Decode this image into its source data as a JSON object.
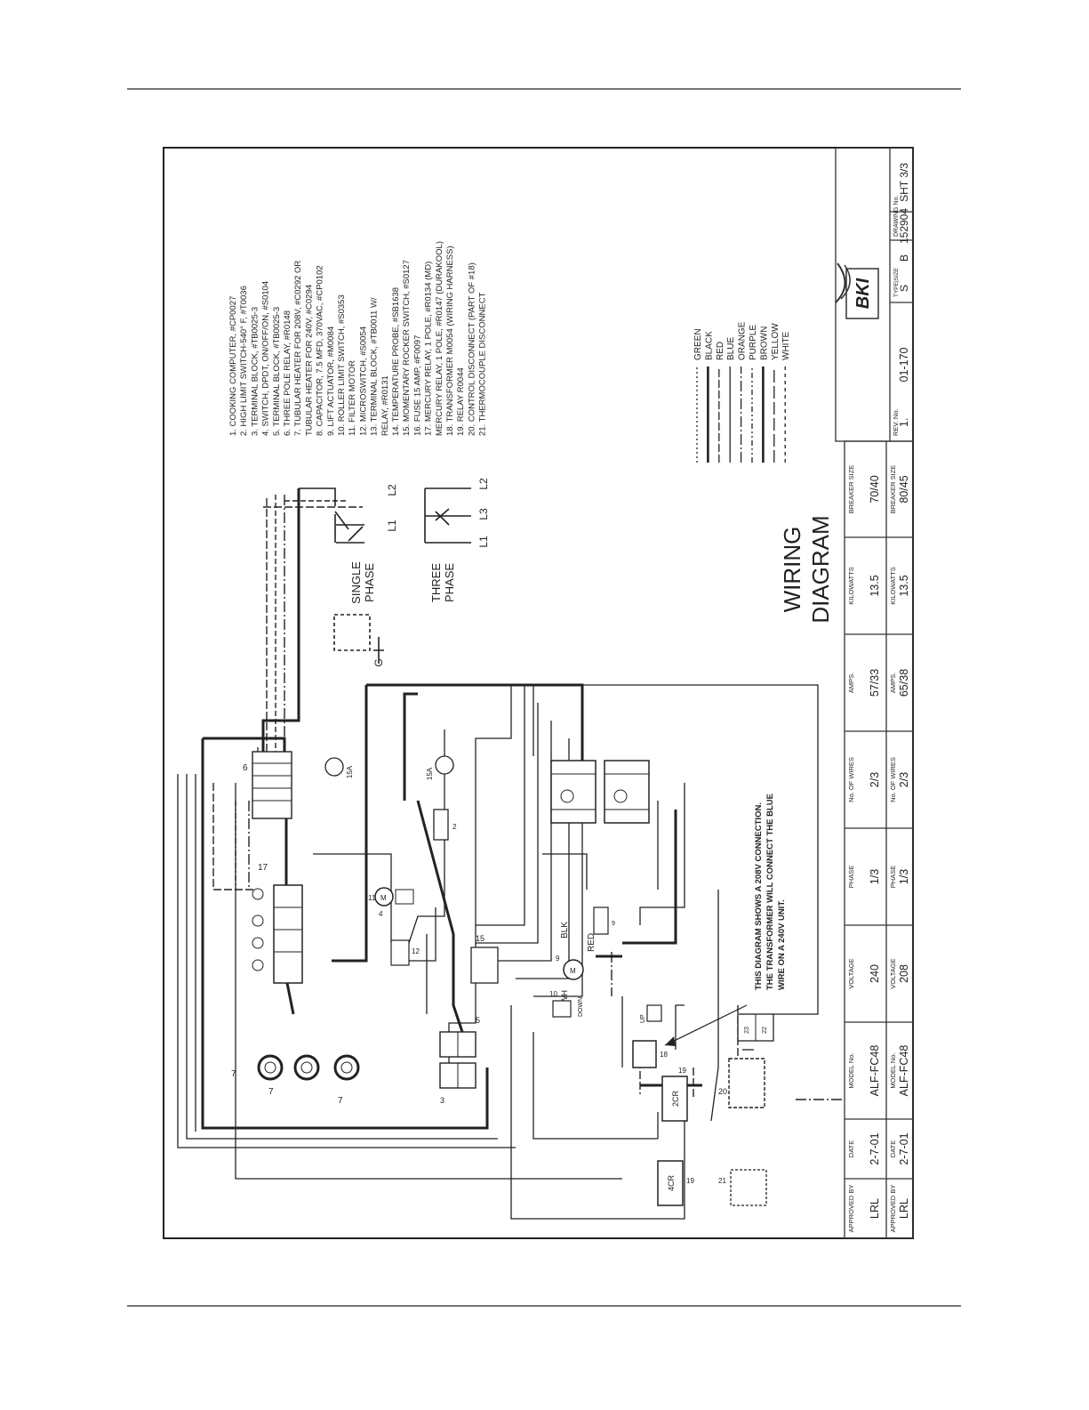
{
  "title": {
    "line1": "WIRING",
    "line2": "DIAGRAM"
  },
  "legend": [
    {
      "name": "GREEN",
      "dash": "2 3"
    },
    {
      "name": "BLACK",
      "dash": ""
    },
    {
      "name": "RED",
      "dash": "9 3"
    },
    {
      "name": "BLUE",
      "dash": ""
    },
    {
      "name": "ORANGE",
      "dash": "12 3 2 3"
    },
    {
      "name": "PURPLE",
      "dash": "6 3 2 3 2 3"
    },
    {
      "name": "BROWN",
      "dash": ""
    },
    {
      "name": "YELLOW",
      "dash": "14 4"
    },
    {
      "name": "WHITE",
      "dash": "4 4"
    }
  ],
  "parts": [
    "1. COOKING COMPUTER, #CP0027",
    "2. HIGH LIMIT SWITCH-540° F, #T0036",
    "3. TERMINAL BLOCK, #TB0025-3",
    "4. SWITCH, DPDT, ON/OFF/ON, #S0104",
    "5. TERMINAL BLOCK, #TB0025-3",
    "6. THREE POLE RELAY, #R0148",
    "7. TUBULAR HEATER FOR 208V, #C0292 OR",
    "   TUBULAR HEATER FOR 240V, #C0294",
    "8. CAPACITOR, 7.5 MFD, 370VAC, #CP0102",
    "9. LIFT ACTUATOR, #M0084",
    "10. ROLLER LIMIT SWITCH, #S0353",
    "11. FILTER MOTOR",
    "12. MICROSWITCH, #S0054",
    "13. TERMINAL BLOCK, #TB0011 W/",
    "    RELAY, #R0131",
    "14. TEMPERATURE PROBE, #SB1638",
    "15. MOMENTARY ROCKER SWITCH, #S0127",
    "16. FUSE 15 AMP, #F0097",
    "17. MERCURY RELAY, 1 POLE, #R0134 (MD)",
    "    MERCURY RELAY, 1 POLE, #R0147 (DURAKOOL)",
    "18. TRANSFORMER M0054 (WIRING HARNESS)",
    "19. RELAY R0044",
    "20. CONTROL DISCONNECT (PART OF #18)",
    "21. THERMOCOUPLE DISCONNECT"
  ],
  "phase": {
    "single": [
      "SINGLE",
      "PHASE"
    ],
    "three": [
      "THREE",
      "PHASE"
    ],
    "ground": "G"
  },
  "lines": {
    "l1": "L1",
    "l2": "L2",
    "l3": "L3"
  },
  "note": [
    "THIS DIAGRAM SHOWS A 208V CONNECTION.",
    "THE TRANSFORMER WILL CONNECT THE BLUE",
    "WIRE ON A 240V UNIT."
  ],
  "components": {
    "c6": "6",
    "c17": "17",
    "c7": "7",
    "c3": "3",
    "c5": "5",
    "c15": "15",
    "c16a": "15A",
    "c16b": "15A",
    "c2": "2",
    "c4": "4",
    "c11": "11",
    "c12": "12",
    "c9": "9",
    "c10": "10",
    "c18": "18",
    "c19a": "19",
    "c19b": "19",
    "c20": "20",
    "c21": "21",
    "c22": "22",
    "c23": "23",
    "r2cr": "2CR",
    "r4cr": "4CR",
    "m": "M",
    "blk": "BLK",
    "red": "RED",
    "wh": "WH",
    "down": "DOWN",
    "up": "UP"
  },
  "title_block": {
    "headers": [
      "APPROVED BY",
      "DATE",
      "MODEL No.",
      "VOLTAGE",
      "PHASE",
      "No. OF WIRES",
      "AMPS.",
      "KILOWATTS",
      "BREAKER SIZE"
    ],
    "rows": [
      [
        "LRL",
        "2-7-01",
        "ALF-FC48",
        "240",
        "1/3",
        "2/3",
        "57/33",
        "13.5",
        "70/40"
      ],
      [
        "LRL",
        "2-7-01",
        "ALF-FC48",
        "208",
        "1/3",
        "2/3",
        "65/38",
        "13.5",
        "80/45"
      ]
    ],
    "rev_label": "REV. No.",
    "rev_value": "1.",
    "doc_no": "01-170",
    "logo": "BKI",
    "type_label": "TYPE|SIZE",
    "drawing_label": "DRAWING No.",
    "type_value": "S",
    "size_value": "B",
    "drawing_value": "152904",
    "sheet": "SHT 3/3"
  }
}
